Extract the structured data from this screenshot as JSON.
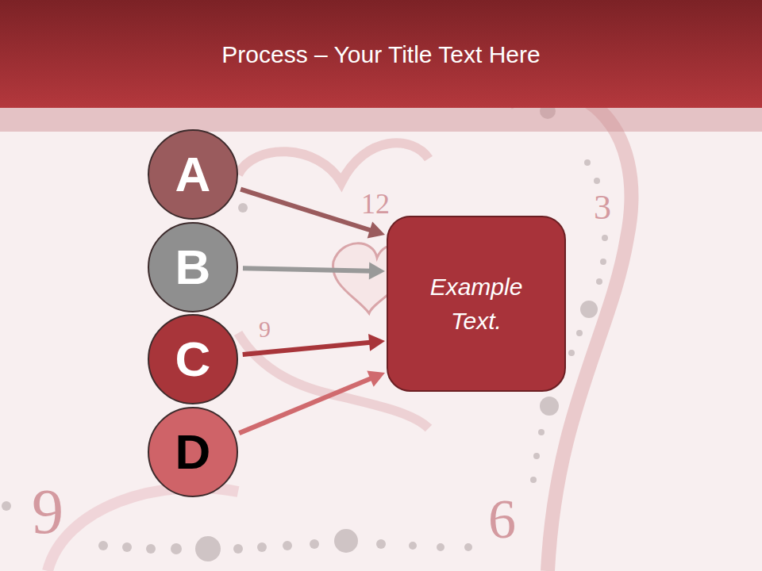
{
  "diagram": {
    "title": "Process – Your Title Text Here",
    "nodes": [
      {
        "text": [
          "A"
        ]
      },
      {
        "text": [
          "B"
        ]
      },
      {
        "text": [
          "C"
        ]
      },
      {
        "text": [
          "D"
        ]
      },
      {
        "text": [
          "Example Text."
        ]
      }
    ],
    "edges": [
      {
        "from": 0,
        "to": 4,
        "arrow": "to"
      },
      {
        "from": 1,
        "to": 4,
        "arrow": "to"
      },
      {
        "from": 2,
        "to": 4,
        "arrow": "to"
      },
      {
        "from": 3,
        "to": 4,
        "arrow": "to"
      }
    ],
    "labels": [
      "12",
      "3",
      "9",
      "9",
      "6"
    ]
  }
}
